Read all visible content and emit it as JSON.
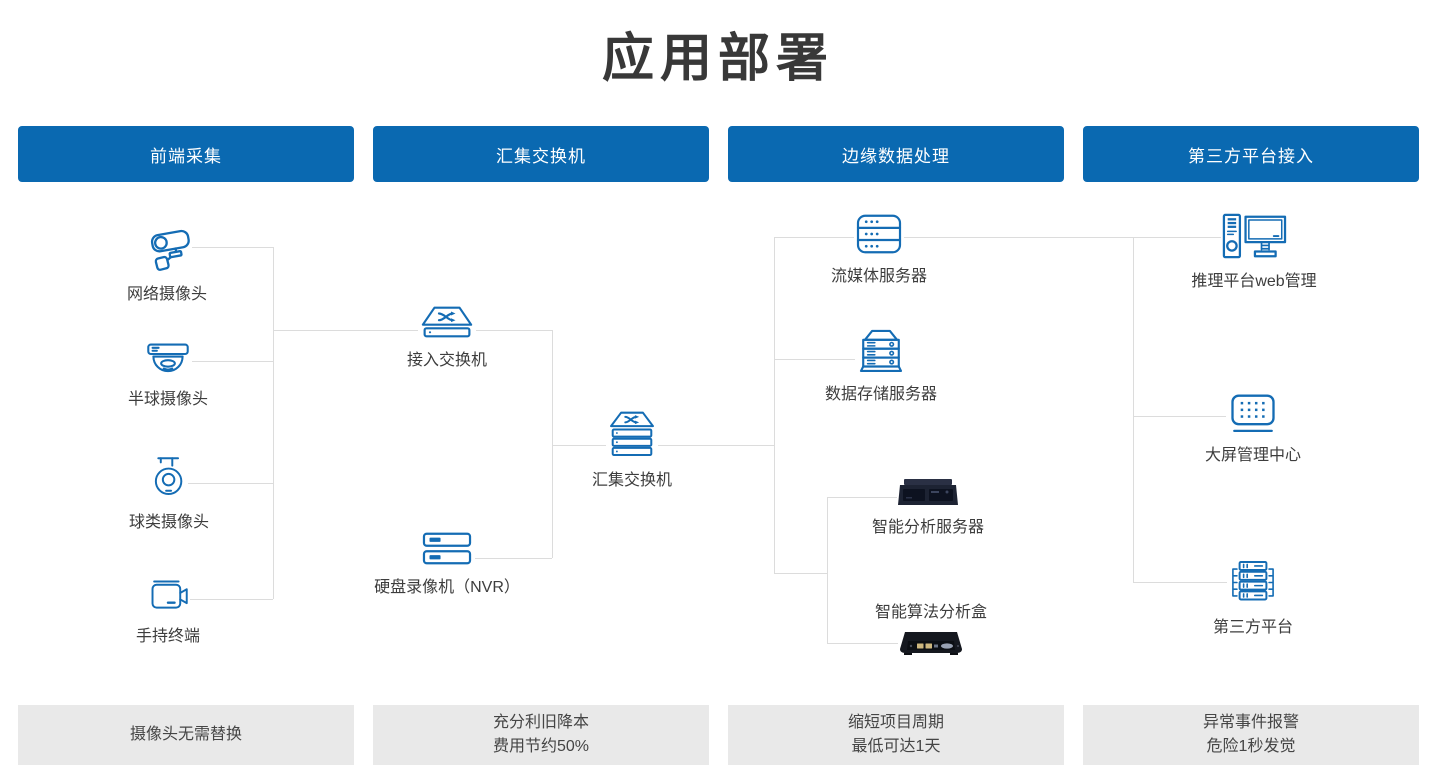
{
  "title": "应用部署",
  "colors": {
    "header_bg": "#0a69b1",
    "header_text": "#ffffff",
    "icon_blue": "#146cb4",
    "line_gray": "#dcdcdc",
    "footer_bg": "#e9e9e9",
    "footer_text": "#454545",
    "title_text": "#383838",
    "label_text": "#3d3d3d"
  },
  "headers": [
    {
      "label": "前端采集"
    },
    {
      "label": "汇集交换机"
    },
    {
      "label": "边缘数据处理"
    },
    {
      "label": "第三方平台接入"
    }
  ],
  "nodes": {
    "network_camera": {
      "label": "网络摄像头"
    },
    "dome_camera": {
      "label": "半球摄像头"
    },
    "ball_camera": {
      "label": "球类摄像头"
    },
    "handheld_terminal": {
      "label": "手持终端"
    },
    "access_switch": {
      "label": "接入交换机"
    },
    "aggregation_switch": {
      "label": "汇集交换机"
    },
    "nvr": {
      "label": "硬盘录像机（NVR）"
    },
    "media_server": {
      "label": "流媒体服务器"
    },
    "storage_server": {
      "label": "数据存储服务器"
    },
    "analysis_server": {
      "label": "智能分析服务器"
    },
    "algorithm_box": {
      "label": "智能算法分析盒"
    },
    "inference_platform": {
      "label": "推理平台web管理"
    },
    "big_screen_center": {
      "label": "大屏管理中心"
    },
    "third_party_platform": {
      "label": "第三方平台"
    }
  },
  "footers": [
    {
      "lines": [
        "摄像头无需替换"
      ]
    },
    {
      "lines": [
        "充分利旧降本",
        "费用节约50%"
      ]
    },
    {
      "lines": [
        "缩短项目周期",
        "最低可达1天"
      ]
    },
    {
      "lines": [
        "异常事件报警",
        "危险1秒发觉"
      ]
    }
  ]
}
